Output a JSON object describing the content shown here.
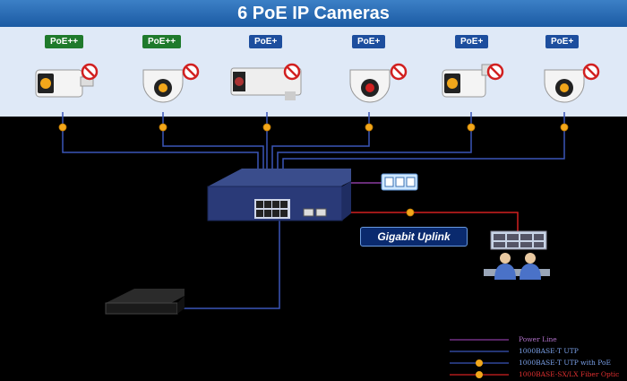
{
  "title": "6 PoE IP Cameras",
  "cameras": [
    {
      "badge": "PoE++",
      "badge_color": "#1f7a2c"
    },
    {
      "badge": "PoE++",
      "badge_color": "#1f7a2c"
    },
    {
      "badge": "PoE+",
      "badge_color": "#1d4e9e"
    },
    {
      "badge": "PoE+",
      "badge_color": "#1d4e9e"
    },
    {
      "badge": "PoE+",
      "badge_color": "#1d4e9e"
    },
    {
      "badge": "PoE+",
      "badge_color": "#1d4e9e"
    }
  ],
  "uplink_label": "Gigabit Uplink",
  "legend": {
    "power": "Power Line",
    "utp": "1000BASE-T UTP",
    "utp_poe": "1000BASE-T UTP with PoE",
    "fiber": "1000BASE-SX/LX Fiber Optic"
  },
  "colors": {
    "title_bg": "#2a6bb5",
    "band_bg": "#dfe9f7",
    "utp_line": "#3a55b8",
    "power_line": "#8a3aa0",
    "fiber_line": "#d12020",
    "poe_dot": "#f2a71b"
  }
}
